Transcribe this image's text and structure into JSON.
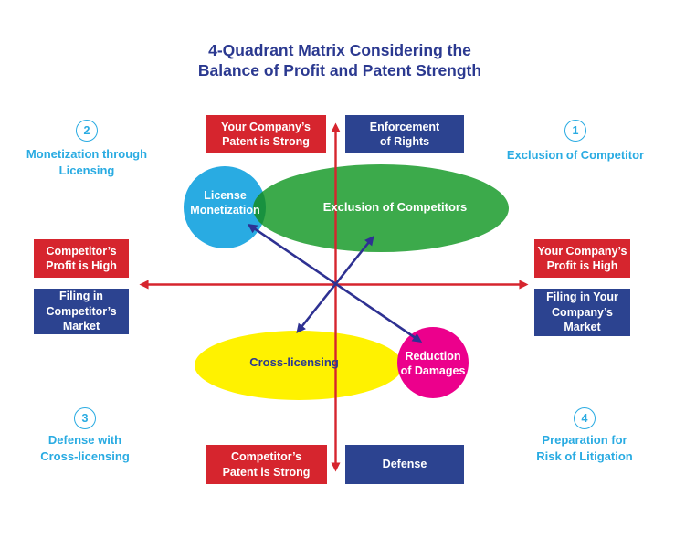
{
  "title": [
    "4-Quadrant Matrix Considering the",
    "Balance of Profit and Patent Strength"
  ],
  "colors": {
    "red": "#d6252e",
    "navy_box": "#2c4390",
    "title_navy": "#2b3990",
    "cyan": "#29abe2",
    "green": "#3caa4b",
    "overlap_green": "#18913f",
    "yellow": "#fff200",
    "magenta": "#ec008c",
    "arrow_navy": "#2e3192"
  },
  "quadrants": {
    "top_left": {
      "number": "2",
      "label": [
        "Monetization through",
        "Licensing"
      ]
    },
    "top_right": {
      "number": "1",
      "label": [
        "Exclusion of Competitor"
      ]
    },
    "bottom_left": {
      "number": "3",
      "label": [
        "Defense with",
        "Cross-licensing"
      ]
    },
    "bottom_right": {
      "number": "4",
      "label": [
        "Preparation for",
        "Risk of Litigation"
      ]
    }
  },
  "axis_boxes": {
    "top_red": [
      "Your Company’s",
      "Patent is Strong"
    ],
    "top_blue": [
      "Enforcement",
      "of Rights"
    ],
    "left_red": [
      "Competitor’s",
      "Profit is High"
    ],
    "left_blue": [
      "Filing in",
      "Competitor’s",
      "Market"
    ],
    "right_red": [
      "Your Company’s",
      "Profit is High"
    ],
    "right_blue": [
      "Filing in Your",
      "Company’s",
      "Market"
    ],
    "bottom_red": [
      "Competitor’s",
      "Patent is Strong"
    ],
    "bottom_blue": [
      "Defense"
    ]
  },
  "shapes": {
    "license_monetization": [
      "License",
      "Monetization"
    ],
    "exclusion_of_competitors": [
      "Exclusion of Competitors"
    ],
    "cross_licensing": [
      "Cross-licensing"
    ],
    "reduction_of_damages": [
      "Reduction",
      "of Damages"
    ]
  }
}
